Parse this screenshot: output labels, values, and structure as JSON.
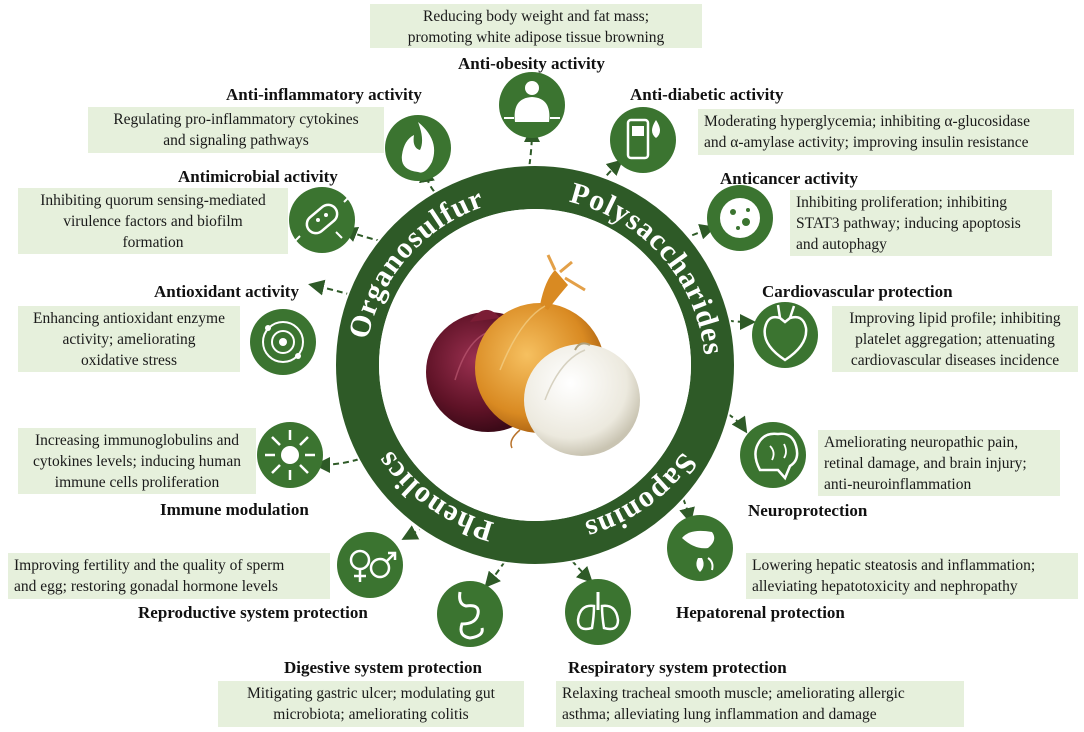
{
  "center": {
    "ring_labels": [
      "Organosulfur",
      "Polysaccharides",
      "Saponins",
      "Phenolics"
    ]
  },
  "activities": [
    {
      "id": "anti-obesity",
      "title": "Anti-obesity activity",
      "desc": "Reducing body weight and fat mass;\npromoting white adipose tissue browning",
      "icon": "obesity-icon"
    },
    {
      "id": "anti-inflammatory",
      "title": "Anti-inflammatory activity",
      "desc": "Regulating pro-inflammatory cytokines\nand signaling pathways",
      "icon": "flame-icon"
    },
    {
      "id": "anti-diabetic",
      "title": "Anti-diabetic activity",
      "desc": "Moderating hyperglycemia; inhibiting α-glucosidase\nand α-amylase activity; improving insulin resistance",
      "icon": "glucometer-icon"
    },
    {
      "id": "antimicrobial",
      "title": "Antimicrobial activity",
      "desc": "Inhibiting quorum sensing-mediated\nvirulence factors and biofilm\nformation",
      "icon": "bacteria-icon"
    },
    {
      "id": "anticancer",
      "title": "Anticancer activity",
      "desc": "Inhibiting proliferation; inhibiting\nSTAT3 pathway; inducing apoptosis\nand autophagy",
      "icon": "cancer-cell-icon"
    },
    {
      "id": "antioxidant",
      "title": "Antioxidant activity",
      "desc": "Enhancing antioxidant enzyme\nactivity; ameliorating\noxidative stress",
      "icon": "atom-icon"
    },
    {
      "id": "cardiovascular",
      "title": "Cardiovascular protection",
      "desc": "Improving lipid profile; inhibiting\nplatelet aggregation; attenuating\ncardiovascular diseases incidence",
      "icon": "heart-icon"
    },
    {
      "id": "immune",
      "title": "Immune modulation",
      "desc": "Increasing immunoglobulins and\ncytokines levels; inducing human\nimmune cells proliferation",
      "icon": "antibody-icon"
    },
    {
      "id": "neuro",
      "title": "Neuroprotection",
      "desc": "Ameliorating neuropathic pain,\nretinal damage, and brain injury;\nanti-neuroinflammation",
      "icon": "brain-icon"
    },
    {
      "id": "reproductive",
      "title": "Reproductive system protection",
      "desc": "Improving fertility and the quality of sperm\nand egg; restoring gonadal hormone levels",
      "icon": "gender-icon"
    },
    {
      "id": "hepatorenal",
      "title": "Hepatorenal protection",
      "desc": "Lowering hepatic steatosis and inflammation;\nalleviating hepatotoxicity and nephropathy",
      "icon": "liver-kidney-icon"
    },
    {
      "id": "digestive",
      "title": "Digestive system protection",
      "desc": "Mitigating gastric ulcer; modulating gut\nmicrobiota; ameliorating colitis",
      "icon": "stomach-icon"
    },
    {
      "id": "respiratory",
      "title": "Respiratory system protection",
      "desc": "Relaxing tracheal smooth muscle; ameliorating allergic\nasthma; alleviating lung inflammation and damage",
      "icon": "lungs-icon"
    }
  ],
  "colors": {
    "ring": "#2e5a27",
    "icon_bg": "#3b7430",
    "box_bg": "#e6f0dc",
    "arrow": "#2e5a27"
  }
}
